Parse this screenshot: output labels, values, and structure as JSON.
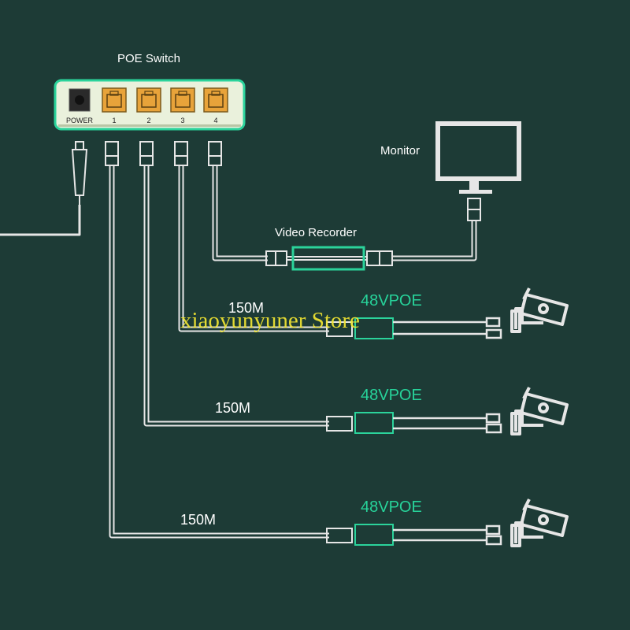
{
  "switch": {
    "title": "POE Switch",
    "power_label": "POWER",
    "ports": [
      "1",
      "2",
      "3",
      "4"
    ]
  },
  "monitor": {
    "label": "Monitor"
  },
  "recorder": {
    "label": "Video Recorder"
  },
  "links": [
    {
      "speed": "150M",
      "injector": "48VPOE"
    },
    {
      "speed": "150M",
      "injector": "48VPOE"
    },
    {
      "speed": "150M",
      "injector": "48VPOE"
    }
  ],
  "watermark": "xiaoyunyuner Store",
  "colors": {
    "background": "#1d3b36",
    "switch_border": "#2bd39b",
    "poe_text": "#27d39a",
    "cable": "#e6e6e6",
    "watermark": "#f2e632"
  }
}
